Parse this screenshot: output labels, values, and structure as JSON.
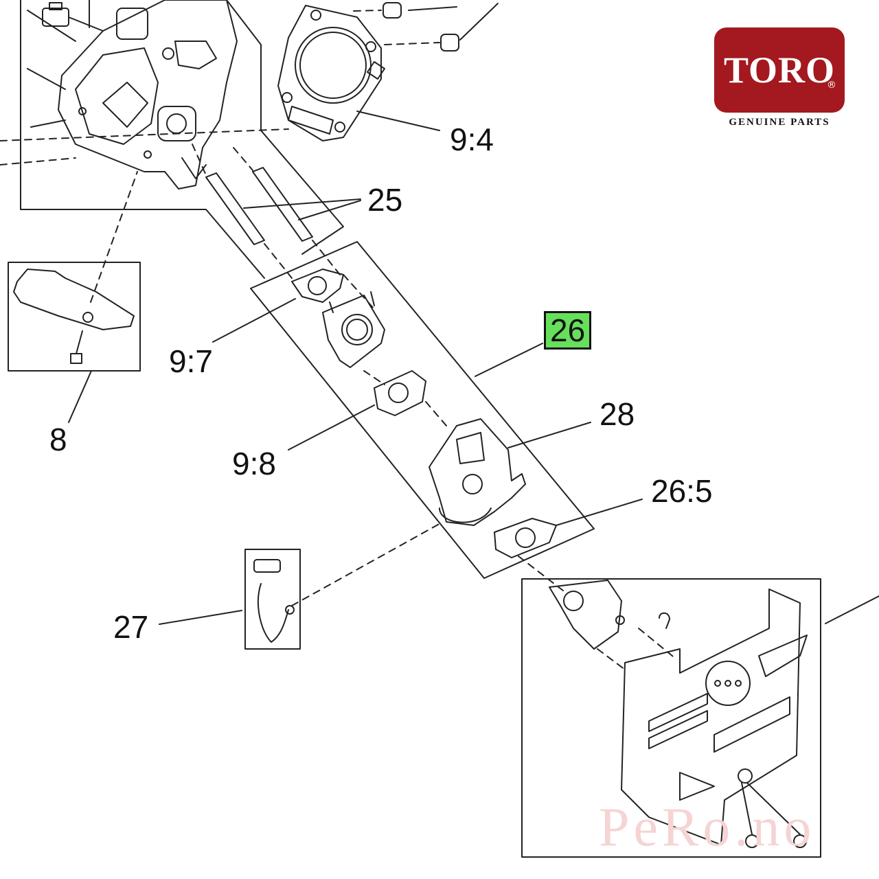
{
  "labels": {
    "l_9_4": "9:4",
    "l_25": "25",
    "l_8": "8",
    "l_9_7": "9:7",
    "l_26": "26",
    "l_28": "28",
    "l_9_8": "9:8",
    "l_26_5": "26:5",
    "l_27": "27"
  },
  "highlighted_part": "26",
  "logo": {
    "word": "TORO",
    "reg": "®",
    "subtitle": "GENUINE PARTS"
  },
  "watermark": "PeRo.no",
  "colors": {
    "logo_red": "#a3191f",
    "highlight_green": "#66e05a",
    "line": "#222222",
    "watermark": "#f6d4d4"
  }
}
